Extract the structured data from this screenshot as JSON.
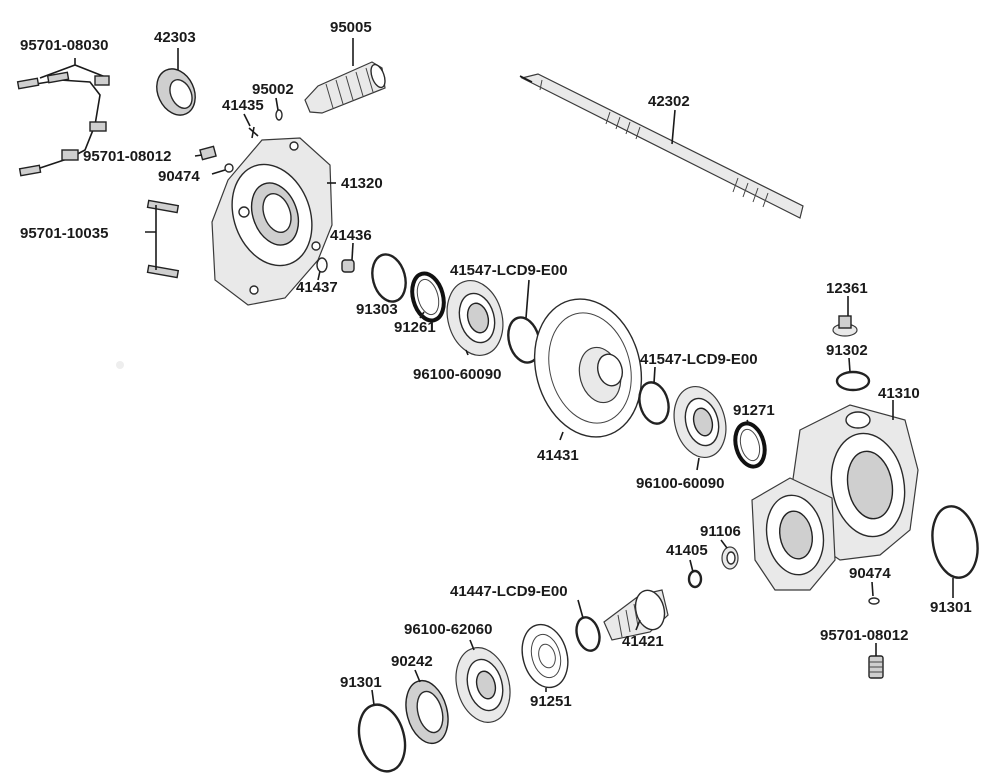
{
  "labels": {
    "p_95701_08030": "95701-08030",
    "p_42303": "42303",
    "p_95005": "95005",
    "p_95002": "95002",
    "p_41435": "41435",
    "p_42302": "42302",
    "p_95701_08012_top": "95701-08012",
    "p_90474_top": "90474",
    "p_41320": "41320",
    "p_95701_10035": "95701-10035",
    "p_41436": "41436",
    "p_41437": "41437",
    "p_41547_a": "41547-LCD9-E00",
    "p_91303": "91303",
    "p_91261": "91261",
    "p_96100_60090_a": "96100-60090",
    "p_12361": "12361",
    "p_91302": "91302",
    "p_41547_b": "41547-LCD9-E00",
    "p_41310": "41310",
    "p_91271": "91271",
    "p_41431": "41431",
    "p_96100_60090_b": "96100-60090",
    "p_91106": "91106",
    "p_41405": "41405",
    "p_90474_bot": "90474",
    "p_41447": "41447-LCD9-E00",
    "p_91301_right": "91301",
    "p_96100_62060": "96100-62060",
    "p_41421": "41421",
    "p_95701_08012_bot": "95701-08012",
    "p_90242": "90242",
    "p_91301_left": "91301",
    "p_91251": "91251"
  }
}
